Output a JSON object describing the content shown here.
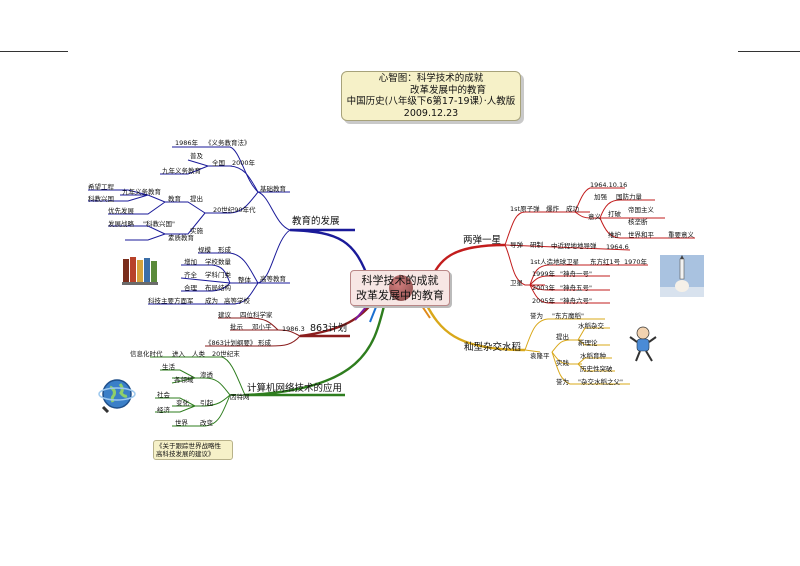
{
  "title": {
    "line1": "心智图：科学技术的成就",
    "line2": "改革发展中的教育",
    "line3": "中国历史(八年级下6第17-19课）·人教版",
    "line4": "2009.12.23"
  },
  "center": {
    "line1": "科学技术的成就",
    "line2": "改革发展中的教育"
  },
  "edu": {
    "branch": "教育的发展",
    "basic": "基础教育",
    "y1986": "1986年",
    "law": "《义务教育法》",
    "puji": "普及",
    "quanguo": "全国",
    "y2000": "2000年",
    "nine": "九年义务教育",
    "s90": "20世纪90年代",
    "tichu": "提出",
    "jiaoyu": "教育",
    "nine2": "九年义务教育",
    "xiwang": "希望工程",
    "kejiao": "科教兴国",
    "youxian": "优先发展",
    "shishi": "实施",
    "fazhan": "发展战略",
    "kejiao2": "\"科教兴国\"",
    "suzhi": "素质教育",
    "higher": "高等教育",
    "guimo": "规模",
    "xingcheng": "形成",
    "zengjia": "增加",
    "xuexiao": "学校数量",
    "zhengti": "整体",
    "qiquan": "齐全",
    "xueke": "学科门类",
    "heli": "合理",
    "buju": "布局结构",
    "keji": "科技主要方面军",
    "chengwei": "成为",
    "gaodeng": "高等学校"
  },
  "p863": {
    "branch": "863计划",
    "jianyi": "建议",
    "four": "四位科学家",
    "pishi": "批示",
    "deng": "邓小平",
    "date": "1986.3",
    "gangyao": "《863计划纲要》",
    "xingcheng": "形成"
  },
  "net": {
    "branch": "计算机网络技术的应用",
    "info": "信息化时代",
    "jinru": "进入",
    "renlei": "人类",
    "c20": "20世纪末",
    "shenghuo": "生活",
    "ge": "各领域",
    "shentou": "渗透",
    "hulian": "因特网",
    "shehui": "社会",
    "bianhua": "变化",
    "yinqi": "引起",
    "jingji": "经济",
    "shijie": "世界",
    "gaibian": "改变",
    "note_line1": "《关于跟踪世界战略性",
    "note_line2": "高科技发展的建议》"
  },
  "bomb": {
    "branch": "两弹一星",
    "first_bomb": "1st原子弹",
    "baozha": "爆炸",
    "chenggong": "成功",
    "d1964": "1964.10.16",
    "jiaqiang": "加强",
    "guofang": "国防力量",
    "yiyi": "意义",
    "dapo": "打破",
    "diguo": "帝国主义",
    "hexie": "核垄断",
    "weihu": "维护",
    "heping": "世界和平",
    "zhongyao": "重要意义",
    "daodan": "导弹",
    "yanzhi": "研制",
    "zhongcheng": "中近程地地导弹",
    "d1964b": "1964.6",
    "first_sat": "1st人造地球卫星",
    "dfh": "东方红1号",
    "y1970": "1970年",
    "weixing": "卫星",
    "y1999": "1999年",
    "sz1": "\"神舟一号\"",
    "y2003": "2003年",
    "sz5": "\"神舟五号\"",
    "y2005": "2005年",
    "sz6": "\"神舟六号\""
  },
  "rice": {
    "branch": "籼型杂交水稻",
    "yuwei": "誉为",
    "dongfang": "\"东方魔稻\"",
    "tichu": "提出",
    "shuidao": "水稻杂交",
    "xinlilun": "新理论",
    "shijian": "实践",
    "yuzhong": "水稻育种",
    "lishi": "历史性突破",
    "yuan": "袁隆平",
    "yuwei2": "誉为",
    "father": "\"杂交水稻之父\""
  },
  "colors": {
    "edu": "#1a1a99",
    "p863": "#8a1d1d",
    "net": "#2e7d1e",
    "bomb": "#c21d1d",
    "rice": "#d9a81a",
    "title_bg": "#f6f1c8"
  }
}
